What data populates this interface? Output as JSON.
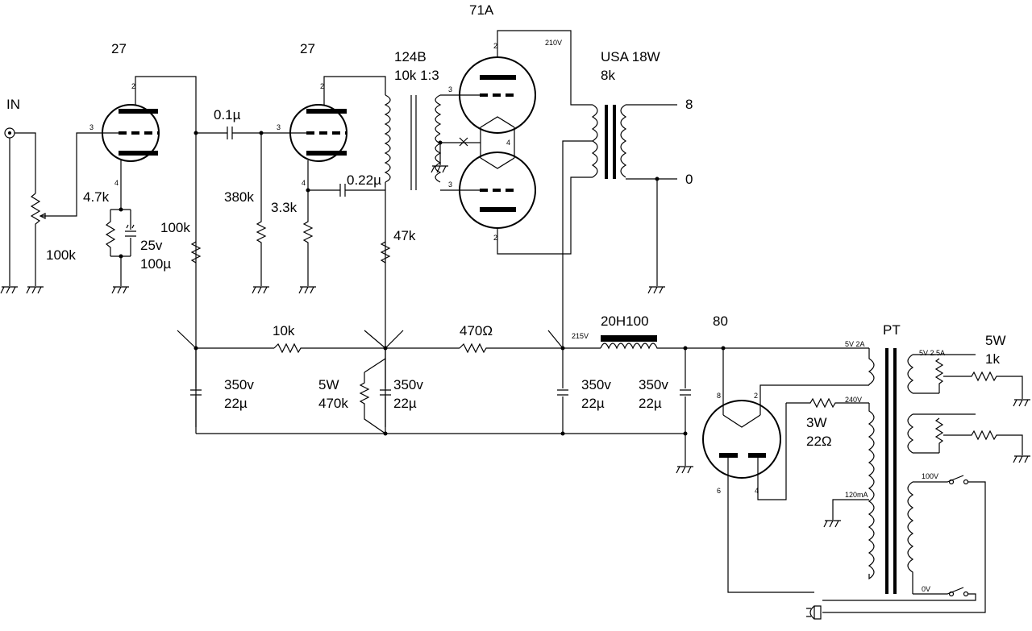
{
  "labels": {
    "in": "IN",
    "v1_type": "27",
    "v2_type": "27",
    "output_tube": "71A",
    "interstage": "124B",
    "interstage_ratio": "10k 1:3",
    "out_xfmr": "USA 18W",
    "out_xfmr_z": "8k",
    "tap_8": "8",
    "tap_0": "0",
    "rect_tube": "80",
    "pt": "PT",
    "choke": "20H100",
    "bias_w": "5W",
    "bias_r": "1k",
    "c_couple": "0.1µ",
    "c_fb": "0.22µ",
    "r_k1": "4.7k",
    "c_k1_v": "25v",
    "c_k1": "100µ",
    "pot": "100k",
    "r_p1": "100k",
    "r_g2": "380k",
    "r_k2": "3.3k",
    "r_p2": "47k",
    "r_dec1": "10k",
    "r_dec2": "470Ω",
    "c1_v": "350v",
    "c1": "22µ",
    "c2_v": "350v",
    "c2": "22µ",
    "c3_v": "350v",
    "c3": "22µ",
    "c4_v": "350v",
    "c4": "22µ",
    "bleeder_w": "5W",
    "bleeder_r": "470k",
    "rs_w": "3W",
    "rs_r": "22Ω",
    "b_plus": "215V",
    "plate_v": "210V",
    "pt_5v2a": "5V 2A",
    "pt_5v25a": "5V 2.5A",
    "pt_240v": "240V",
    "pt_120ma": "120mA",
    "pt_100v": "100V",
    "pt_0v": "0V",
    "pin_2": "2",
    "pin_3": "3",
    "pin_4": "4",
    "pin_6": "6",
    "pin_8": "8"
  }
}
